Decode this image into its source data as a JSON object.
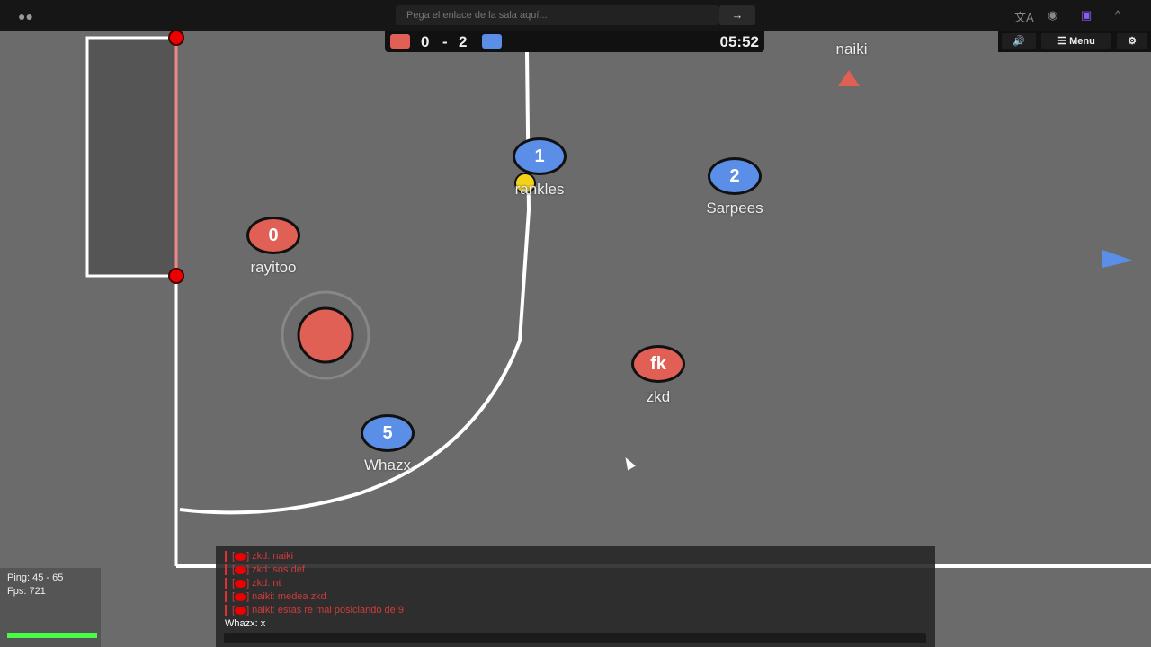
{
  "topbar": {
    "link_placeholder": "Pega el enlace de la sala aquí...",
    "go_label": "→",
    "icons": [
      "logo-icon",
      "translate-icon",
      "discord-icon",
      "ghost-icon",
      "chevron-up-icon"
    ]
  },
  "score": {
    "red": "0",
    "sep": "-",
    "blue": "2",
    "time": "05:52",
    "red_color": "#e06055",
    "blue_color": "#5b8ee6"
  },
  "menu": {
    "sound": "🔊",
    "menu_label": "☰ Menu",
    "settings": "⚙"
  },
  "players": [
    {
      "avatar": "0",
      "name": "rayitoo",
      "team": "red"
    },
    {
      "avatar": "1",
      "name": "rankles",
      "team": "blue"
    },
    {
      "avatar": "2",
      "name": "Sarpees",
      "team": "blue"
    },
    {
      "avatar": "fk",
      "name": "zkd",
      "team": "red"
    },
    {
      "avatar": "5",
      "name": "Whazx",
      "team": "blue"
    },
    {
      "avatar": "",
      "name": "naiki",
      "team": "red"
    }
  ],
  "stats": {
    "ping": "Ping: 45 - 65",
    "fps": "Fps: 721"
  },
  "chat": {
    "messages": [
      {
        "prefix": "[",
        "suffix": "] zkd: naiki"
      },
      {
        "prefix": "[",
        "suffix": "] zkd: sos def"
      },
      {
        "prefix": "[",
        "suffix": "] zkd: nt"
      },
      {
        "prefix": "[",
        "suffix": "] naiki: medea zkd"
      },
      {
        "prefix": "[",
        "suffix": "] naiki: estas re mal posiciando de 9"
      }
    ],
    "last": "Whazx: x"
  }
}
